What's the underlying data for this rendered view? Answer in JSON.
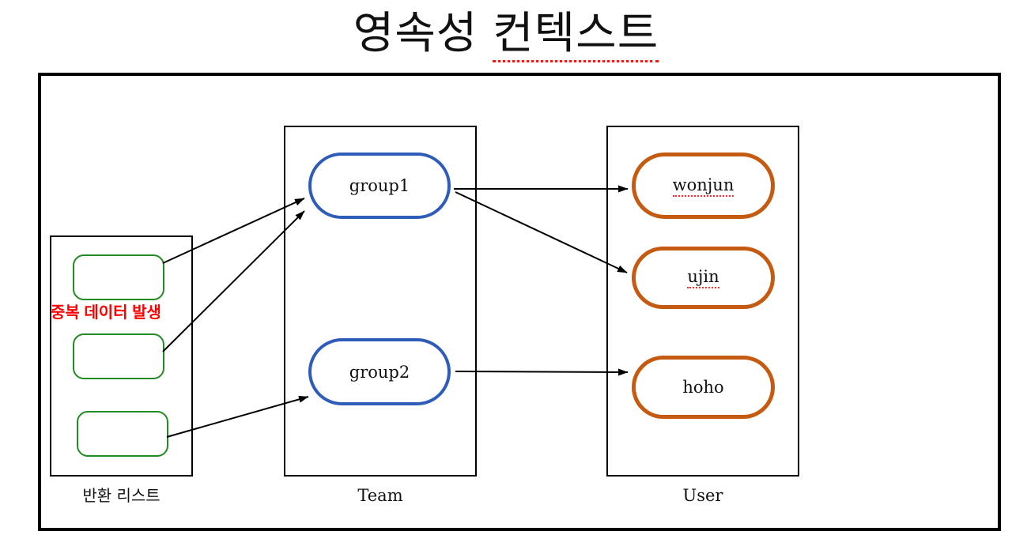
{
  "title": {
    "prefix": "영속성 ",
    "underlined": "컨텍스트"
  },
  "columns": {
    "return_list": {
      "label": "반환 리스트",
      "warning": "중복 데이터 발생",
      "item_count": 3
    },
    "team": {
      "label": "Team",
      "nodes": [
        {
          "label": "group1"
        },
        {
          "label": "group2"
        }
      ]
    },
    "user": {
      "label": "User",
      "nodes": [
        {
          "label": "wonjun"
        },
        {
          "label": "ujin"
        },
        {
          "label": "hoho"
        }
      ]
    }
  },
  "edges": [
    {
      "from": "return-list-item-1",
      "to": "group1"
    },
    {
      "from": "return-list-item-2",
      "to": "group1"
    },
    {
      "from": "return-list-item-3",
      "to": "group2"
    },
    {
      "from": "group1",
      "to": "wonjun"
    },
    {
      "from": "group1",
      "to": "ujin"
    },
    {
      "from": "group2",
      "to": "hoho"
    }
  ],
  "colors": {
    "frame_border": "#000000",
    "list_item_border": "#228b22",
    "team_node_border": "#2e5cb8",
    "user_node_border": "#c55a11",
    "warning_text": "#ff0000",
    "spellcheck_underline": "#ff1414"
  }
}
